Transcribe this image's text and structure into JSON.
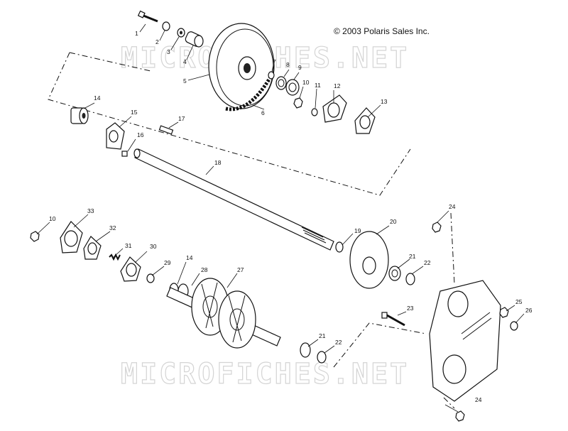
{
  "copyright": "© 2003 Polaris Sales Inc.",
  "watermark": "MICROFICHES.NET",
  "callouts": [
    "1",
    "2",
    "3",
    "4",
    "5",
    "6",
    "7",
    "8",
    "9",
    "10",
    "11",
    "12",
    "13",
    "14",
    "15",
    "16",
    "17",
    "18",
    "10",
    "33",
    "32",
    "31",
    "30",
    "29",
    "14",
    "28",
    "27",
    "19",
    "20",
    "21",
    "22",
    "24",
    "23",
    "25",
    "26",
    "21",
    "22",
    "24"
  ]
}
